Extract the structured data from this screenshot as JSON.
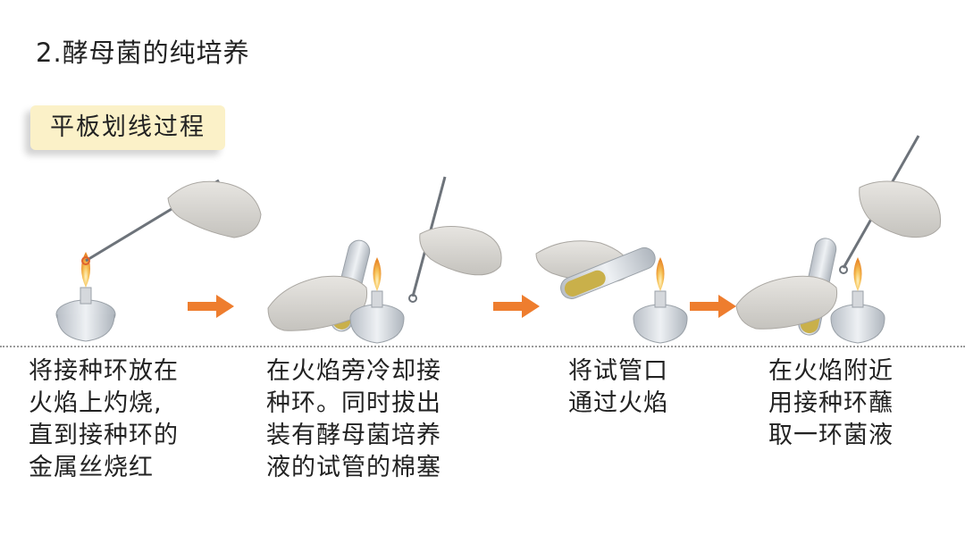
{
  "title": "2.酵母菌的纯培养",
  "tag_label": "平板划线过程",
  "steps": [
    {
      "text": "将接种环放在\n火焰上灼烧,\n直到接种环的\n金属丝烧红"
    },
    {
      "text": "在火焰旁冷却接\n种环。同时拔出\n装有酵母菌培养\n液的试管的棉塞"
    },
    {
      "text": "将试管口\n通过火焰"
    },
    {
      "text": "在火焰附近\n用接种环蘸\n取一环菌液"
    }
  ],
  "colors": {
    "arrow": "#ee7d2e",
    "tag_bg": "#fbf1c8",
    "glove": "#d8d6d2",
    "glass": "#c9ced4",
    "culture": "#c9b04a",
    "flame": "#f4b24a"
  }
}
